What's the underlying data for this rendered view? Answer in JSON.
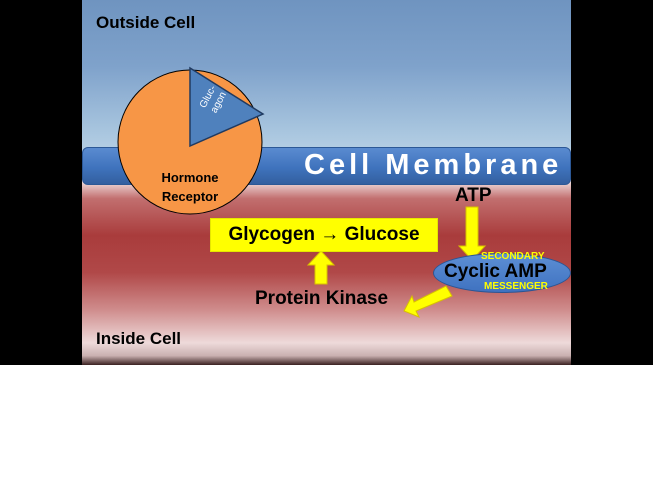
{
  "regions": {
    "outside_label": "Outside Cell",
    "inside_label": "Inside Cell",
    "membrane_label": "Cell Membrane"
  },
  "receptor": {
    "label_line1": "Hormone",
    "label_line2": "Receptor",
    "ligand_line1": "Gluc-",
    "ligand_line2": "agon"
  },
  "pathway": {
    "atp": "ATP",
    "cyclic_amp": "Cyclic AMP",
    "secondary": "SECONDARY",
    "messenger": "MESSENGER",
    "protein_kinase": "Protein Kinase",
    "reaction": "Glycogen → Glucose"
  },
  "colors": {
    "receptor": "#f79646",
    "arrow": "#ffff00",
    "membrane": "#4a7ec7"
  }
}
